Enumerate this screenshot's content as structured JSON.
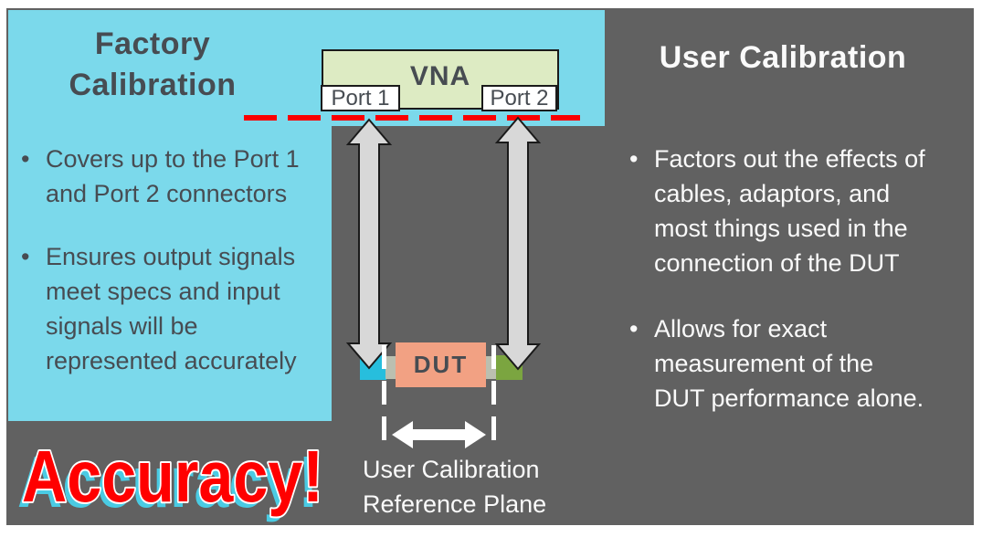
{
  "slide": {
    "background_color": "#616161",
    "page_margin_color": "#FFFFFF",
    "panel_color": "#7BD9EB"
  },
  "left_panel": {
    "title": "Factory Calibration",
    "bullet_char": "•",
    "bullets": [
      {
        "lines": [
          "Covers up to the Port 1",
          "and Port 2 connectors"
        ]
      },
      {
        "lines": [
          "Ensures output signals",
          "meet specs and input",
          "signals will be",
          "represented accurately"
        ]
      }
    ]
  },
  "right_panel": {
    "title": "User Calibration",
    "bullet_char": "•",
    "bullets": [
      {
        "lines": [
          "Factors out the effects of",
          "cables, adaptors, and",
          "most things used in the",
          "connection of the DUT"
        ]
      },
      {
        "lines": [
          "Allows for exact",
          "measurement of the",
          "DUT performance alone."
        ]
      }
    ]
  },
  "diagram": {
    "vna_label": "VNA",
    "port1_label": "Port 1",
    "port2_label": "Port 2",
    "dut_label": "DUT",
    "reference_plane_label": {
      "line1": "User Calibration",
      "line2": "Reference Plane"
    },
    "colors": {
      "vna_fill": "#DDEBC3",
      "port_fill": "#FFFFFF",
      "factory_reference_dash": "#FA0000",
      "signal_arrow_fill": "#D8D8D8",
      "dut_fill": "#F2A183",
      "port1_connector": "#27BEDD",
      "port2_connector": "#7BA540",
      "adapter_stub": "#BBBFB0",
      "user_reference_dash": "#FFFFFF"
    }
  },
  "footer": {
    "accuracy_text": "Accuracy!",
    "accuracy_fill": "#FF0000",
    "accuracy_outline": "#FFFFFF",
    "accuracy_shadow": "#4ACBE3"
  }
}
